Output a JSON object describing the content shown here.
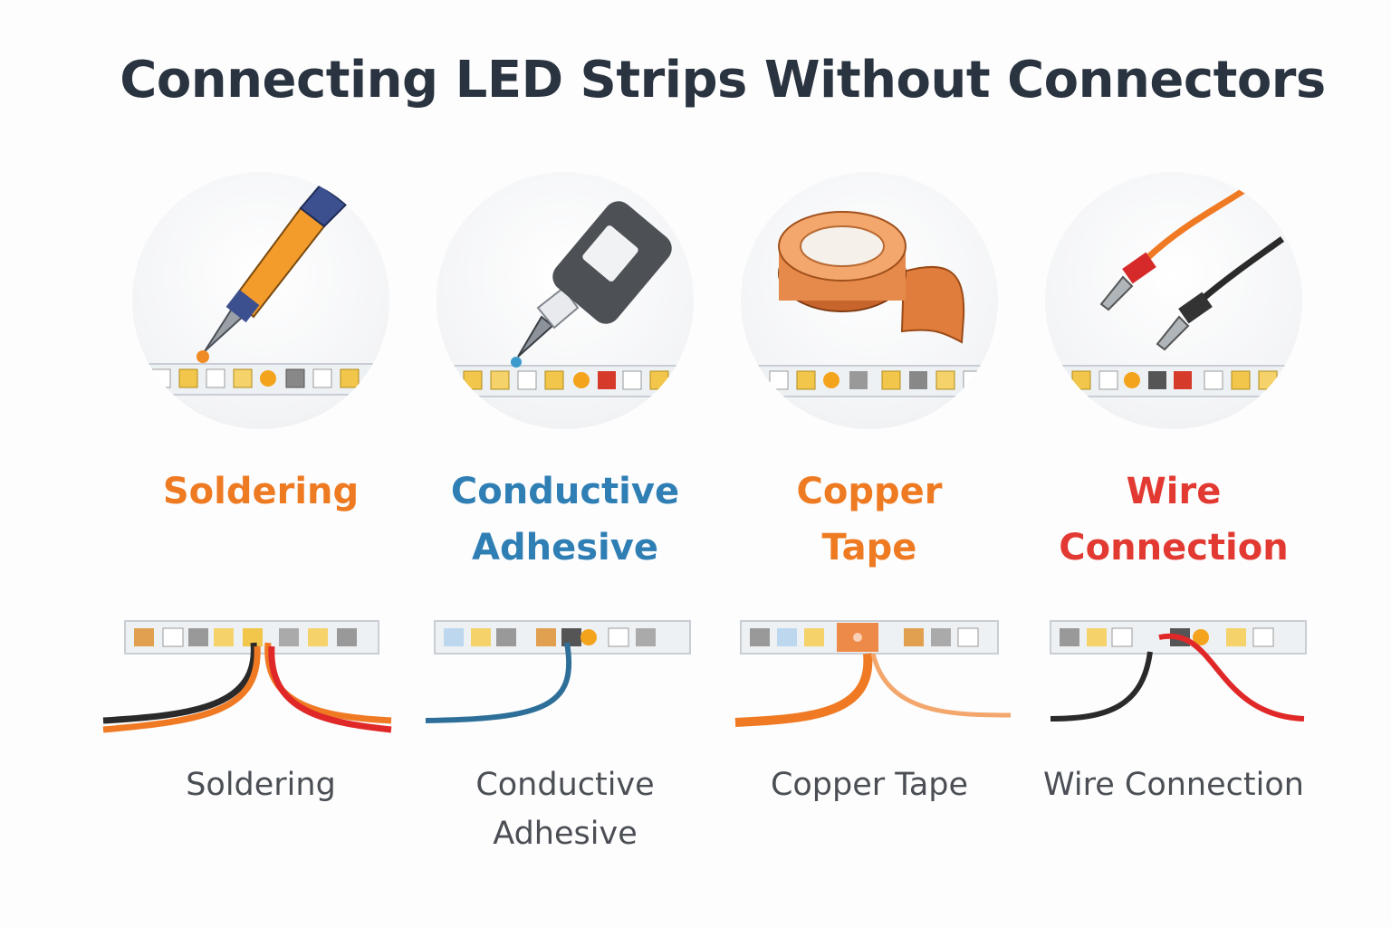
{
  "title": "Connecting LED Strips Without Connectors",
  "methods": [
    {
      "title_line1": "Soldering",
      "title_line2": "",
      "caption_line1": "Soldering",
      "caption_line2": "",
      "color": "#ee7a22",
      "icon": "soldering-iron-icon"
    },
    {
      "title_line1": "Conductive",
      "title_line2": "Adhesive",
      "caption_line1": "Conductive",
      "caption_line2": "Adhesive",
      "color": "#2f7fb5",
      "icon": "adhesive-tube-icon"
    },
    {
      "title_line1": "Copper",
      "title_line2": "Tape",
      "caption_line1": "Copper Tape",
      "caption_line2": "",
      "color": "#ee7a22",
      "icon": "copper-tape-roll-icon"
    },
    {
      "title_line1": "Wire",
      "title_line2": "Connection",
      "caption_line1": "Wire Connection",
      "caption_line2": "",
      "color": "#e23a32",
      "icon": "wire-pins-icon"
    }
  ]
}
